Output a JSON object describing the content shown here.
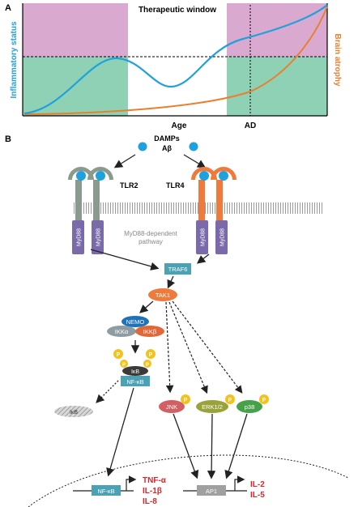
{
  "panel_a": {
    "letter": "A",
    "window_label": "Therapeutic window",
    "y_left_label": "Inflammatory status",
    "y_right_label": "Brain atrophy",
    "x_label_age": "Age",
    "x_label_ad": "AD",
    "colors": {
      "pink": "#d9a9cf",
      "green": "#8ed1b4",
      "blue": "#1ea1dc",
      "orange": "#e8802e"
    }
  },
  "panel_b": {
    "letter": "B",
    "damps": "DAMPs",
    "abeta": "Aβ",
    "tlr2": "TLR2",
    "tlr4": "TLR4",
    "myd88": "MyD88",
    "myd88_pathway_line1": "MyD88-dependent",
    "myd88_pathway_line2": "pathway",
    "traf6": "TRAF6",
    "tak1": "TAK1",
    "nemo": "NEMO",
    "ikka": "IKKα",
    "ikkb": "IKKβ",
    "p": "P",
    "ikb": "IκB",
    "nfkb": "NF-κB",
    "jnk": "JNK",
    "erk": "ERK1/2",
    "p38": "p38",
    "nfkb_gene": "NF-κB",
    "ap1_gene": "AP1",
    "cytokines_left": [
      "TNF-α",
      "IL-1β",
      "IL-8"
    ],
    "cytokines_right": [
      "IL-2",
      "IL-5"
    ],
    "colors": {
      "grey_receptor": "#8a9a8c",
      "orange_receptor": "#ef7a3c",
      "myd88": "#7a6aaa",
      "teal": "#4aa2b4",
      "red_text": "#d9262b"
    }
  }
}
